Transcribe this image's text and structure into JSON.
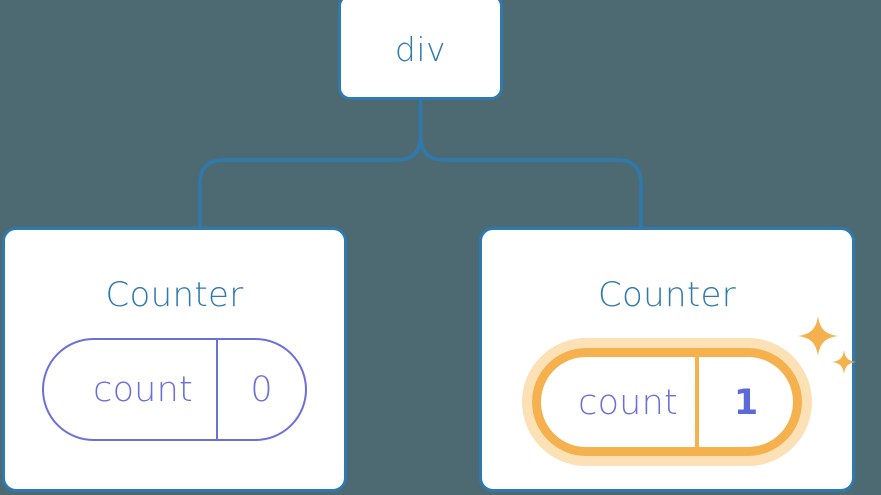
{
  "diagram": {
    "title": "react component tree with highlighted state update",
    "background_color": "#4d6a72",
    "node_border_color": "#2e7aae",
    "node_text_color": "#2e7aae",
    "pill_color": "#6b70d8",
    "highlight_color": "#f5b14e",
    "highlight_glow_color": "#fce0b6",
    "highlight_value_color": "#5b6ad8"
  },
  "root": {
    "label": "div"
  },
  "children": [
    {
      "title": "Counter",
      "state": {
        "key": "count",
        "value": "0"
      },
      "highlighted": false
    },
    {
      "title": "Counter",
      "state": {
        "key": "count",
        "value": "1"
      },
      "highlighted": true,
      "sparkle_icons": [
        "sparkle-large",
        "sparkle-small"
      ]
    }
  ]
}
